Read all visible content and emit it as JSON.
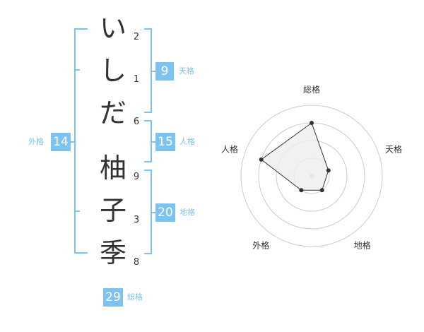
{
  "name_chars": [
    {
      "char": "い",
      "strokes": "2"
    },
    {
      "char": "し",
      "strokes": "1"
    },
    {
      "char": "だ",
      "strokes": "6"
    },
    {
      "char": "柚",
      "strokes": "9"
    },
    {
      "char": "子",
      "strokes": "3"
    },
    {
      "char": "季",
      "strokes": "8"
    }
  ],
  "kaku": {
    "tenkaku": {
      "label": "天格",
      "value": "9"
    },
    "jinkaku": {
      "label": "人格",
      "value": "15"
    },
    "chikaku": {
      "label": "地格",
      "value": "20"
    },
    "gaikaku": {
      "label": "外格",
      "value": "14"
    },
    "soukaku": {
      "label": "総格",
      "value": "29"
    }
  },
  "colors": {
    "accent": "#7dc3f2",
    "text": "#333333",
    "grid": "#cccccc",
    "fill": "#eeeeee"
  },
  "chart_data": {
    "type": "radar",
    "axes": [
      "総格",
      "天格",
      "地格",
      "外格",
      "人格"
    ],
    "series": [
      {
        "values": [
          3,
          1,
          1,
          1,
          3
        ]
      }
    ],
    "rmax": 4,
    "rings": 4
  }
}
